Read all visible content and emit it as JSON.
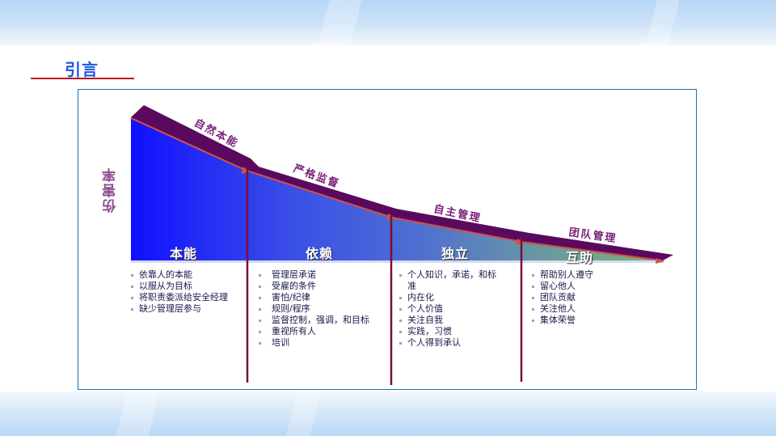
{
  "slide": {
    "title": "引言",
    "colors": {
      "title": "#1a55e0",
      "title_rule": "#c0141b",
      "frame_border": "#1a6fb5",
      "curve_band": "#5a0a5e",
      "curve_edge": "#d0504a",
      "divider": "#7a1030",
      "area_left": "#1a1aff",
      "area_mid": "#4d6fd8",
      "area_right": "#6fa57a"
    }
  },
  "diagram": {
    "y_axis_label": "伤害率",
    "curve_labels": [
      {
        "text": "自然本能"
      },
      {
        "text": "严格监督"
      },
      {
        "text": "自主管理"
      },
      {
        "text": "团队管理"
      }
    ],
    "stages": [
      {
        "name": "本能",
        "items": [
          "依靠人的本能",
          "以服从为目标",
          "将职责委派给安全经理",
          "缺少管理层参与"
        ]
      },
      {
        "name": "依赖",
        "items": [
          "管理层承诺",
          "受雇的条件",
          "害怕/纪律",
          "规则/程序",
          "监督控制，强调，和目标",
          "重视所有人",
          "培训"
        ]
      },
      {
        "name": "独立",
        "items": [
          "个人知识，承诺，和标准",
          "内在化",
          "个人价值",
          "关注自我",
          "实践，习惯",
          "个人得到承认"
        ]
      },
      {
        "name": "互助",
        "items": [
          "帮助别人遵守",
          "留心他人",
          "团队贡献",
          "关注他人",
          "集体荣誉"
        ]
      }
    ]
  }
}
